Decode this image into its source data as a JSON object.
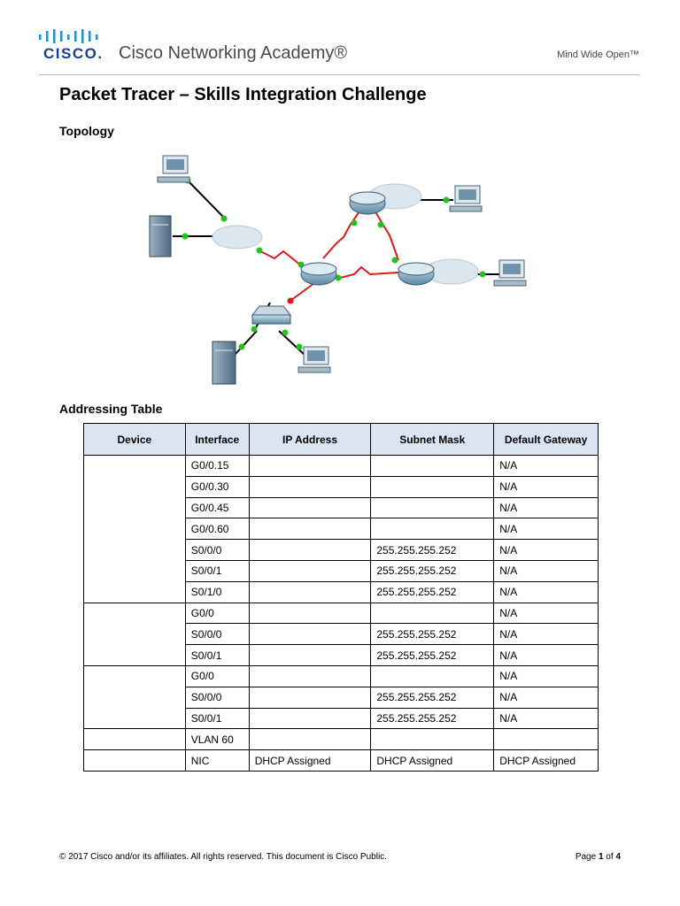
{
  "header": {
    "logo_word": "CISCO.",
    "academy": "Cisco Networking Academy®",
    "tagline": "Mind Wide Open™"
  },
  "title": "Packet Tracer – Skills Integration Challenge",
  "topology_heading": "Topology",
  "table_heading": "Addressing Table",
  "table": {
    "columns": [
      "Device",
      "Interface",
      "IP Address",
      "Subnet Mask",
      "Default Gateway"
    ],
    "groups": [
      {
        "device": "",
        "rows": [
          {
            "iface": "G0/0.15",
            "ip": "",
            "mask": "",
            "gw": "N/A"
          },
          {
            "iface": "G0/0.30",
            "ip": "",
            "mask": "",
            "gw": "N/A"
          },
          {
            "iface": "G0/0.45",
            "ip": "",
            "mask": "",
            "gw": "N/A"
          },
          {
            "iface": "G0/0.60",
            "ip": "",
            "mask": "",
            "gw": "N/A"
          },
          {
            "iface": "S0/0/0",
            "ip": "",
            "mask": "255.255.255.252",
            "gw": "N/A"
          },
          {
            "iface": "S0/0/1",
            "ip": "",
            "mask": "255.255.255.252",
            "gw": "N/A"
          },
          {
            "iface": "S0/1/0",
            "ip": "",
            "mask": "255.255.255.252",
            "gw": "N/A"
          }
        ]
      },
      {
        "device": "",
        "rows": [
          {
            "iface": "G0/0",
            "ip": "",
            "mask": "",
            "gw": "N/A"
          },
          {
            "iface": "S0/0/0",
            "ip": "",
            "mask": "255.255.255.252",
            "gw": "N/A"
          },
          {
            "iface": "S0/0/1",
            "ip": "",
            "mask": "255.255.255.252",
            "gw": "N/A"
          }
        ]
      },
      {
        "device": "",
        "rows": [
          {
            "iface": "G0/0",
            "ip": "",
            "mask": "",
            "gw": "N/A"
          },
          {
            "iface": "S0/0/0",
            "ip": "",
            "mask": "255.255.255.252",
            "gw": "N/A"
          },
          {
            "iface": "S0/0/1",
            "ip": "",
            "mask": "255.255.255.252",
            "gw": "N/A"
          }
        ]
      },
      {
        "device": "",
        "rows": [
          {
            "iface": "VLAN 60",
            "ip": "",
            "mask": "",
            "gw": ""
          }
        ]
      },
      {
        "device": "",
        "rows": [
          {
            "iface": "NIC",
            "ip": "DHCP Assigned",
            "mask": "DHCP Assigned",
            "gw": "DHCP Assigned"
          }
        ]
      }
    ]
  },
  "footer": {
    "copyright": "© 2017 Cisco and/or its affiliates. All rights reserved. This document is Cisco Public.",
    "page_prefix": "Page ",
    "page_current": "1",
    "page_of": " of ",
    "page_total": "4"
  }
}
